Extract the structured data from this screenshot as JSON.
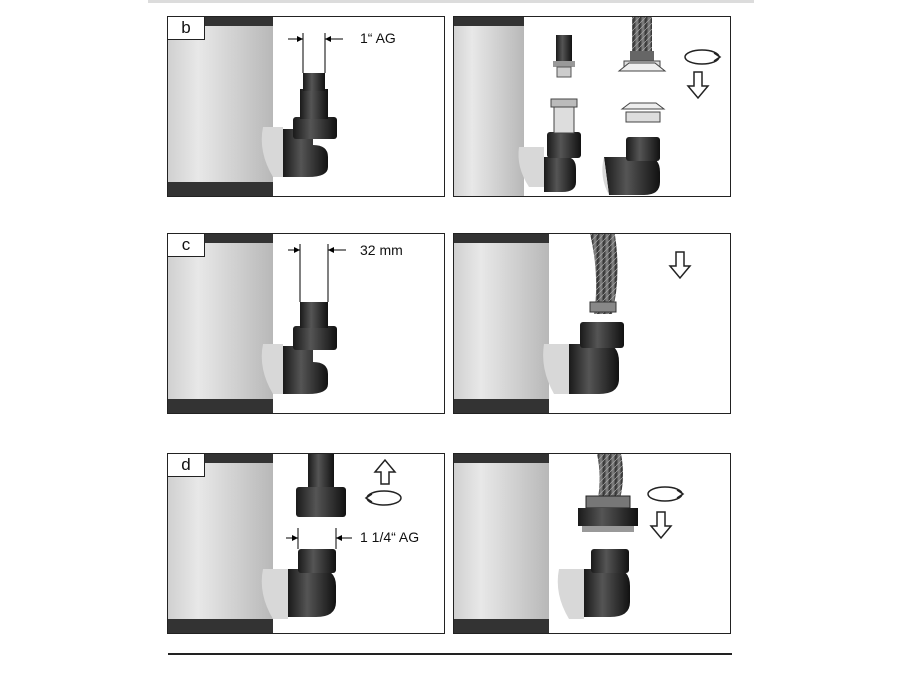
{
  "figures": [
    {
      "step": "b",
      "dimension": "1“ AG"
    },
    {
      "step": "c",
      "dimension": "32 mm"
    },
    {
      "step": "d",
      "dimension": "1 1/4“ AG"
    }
  ]
}
